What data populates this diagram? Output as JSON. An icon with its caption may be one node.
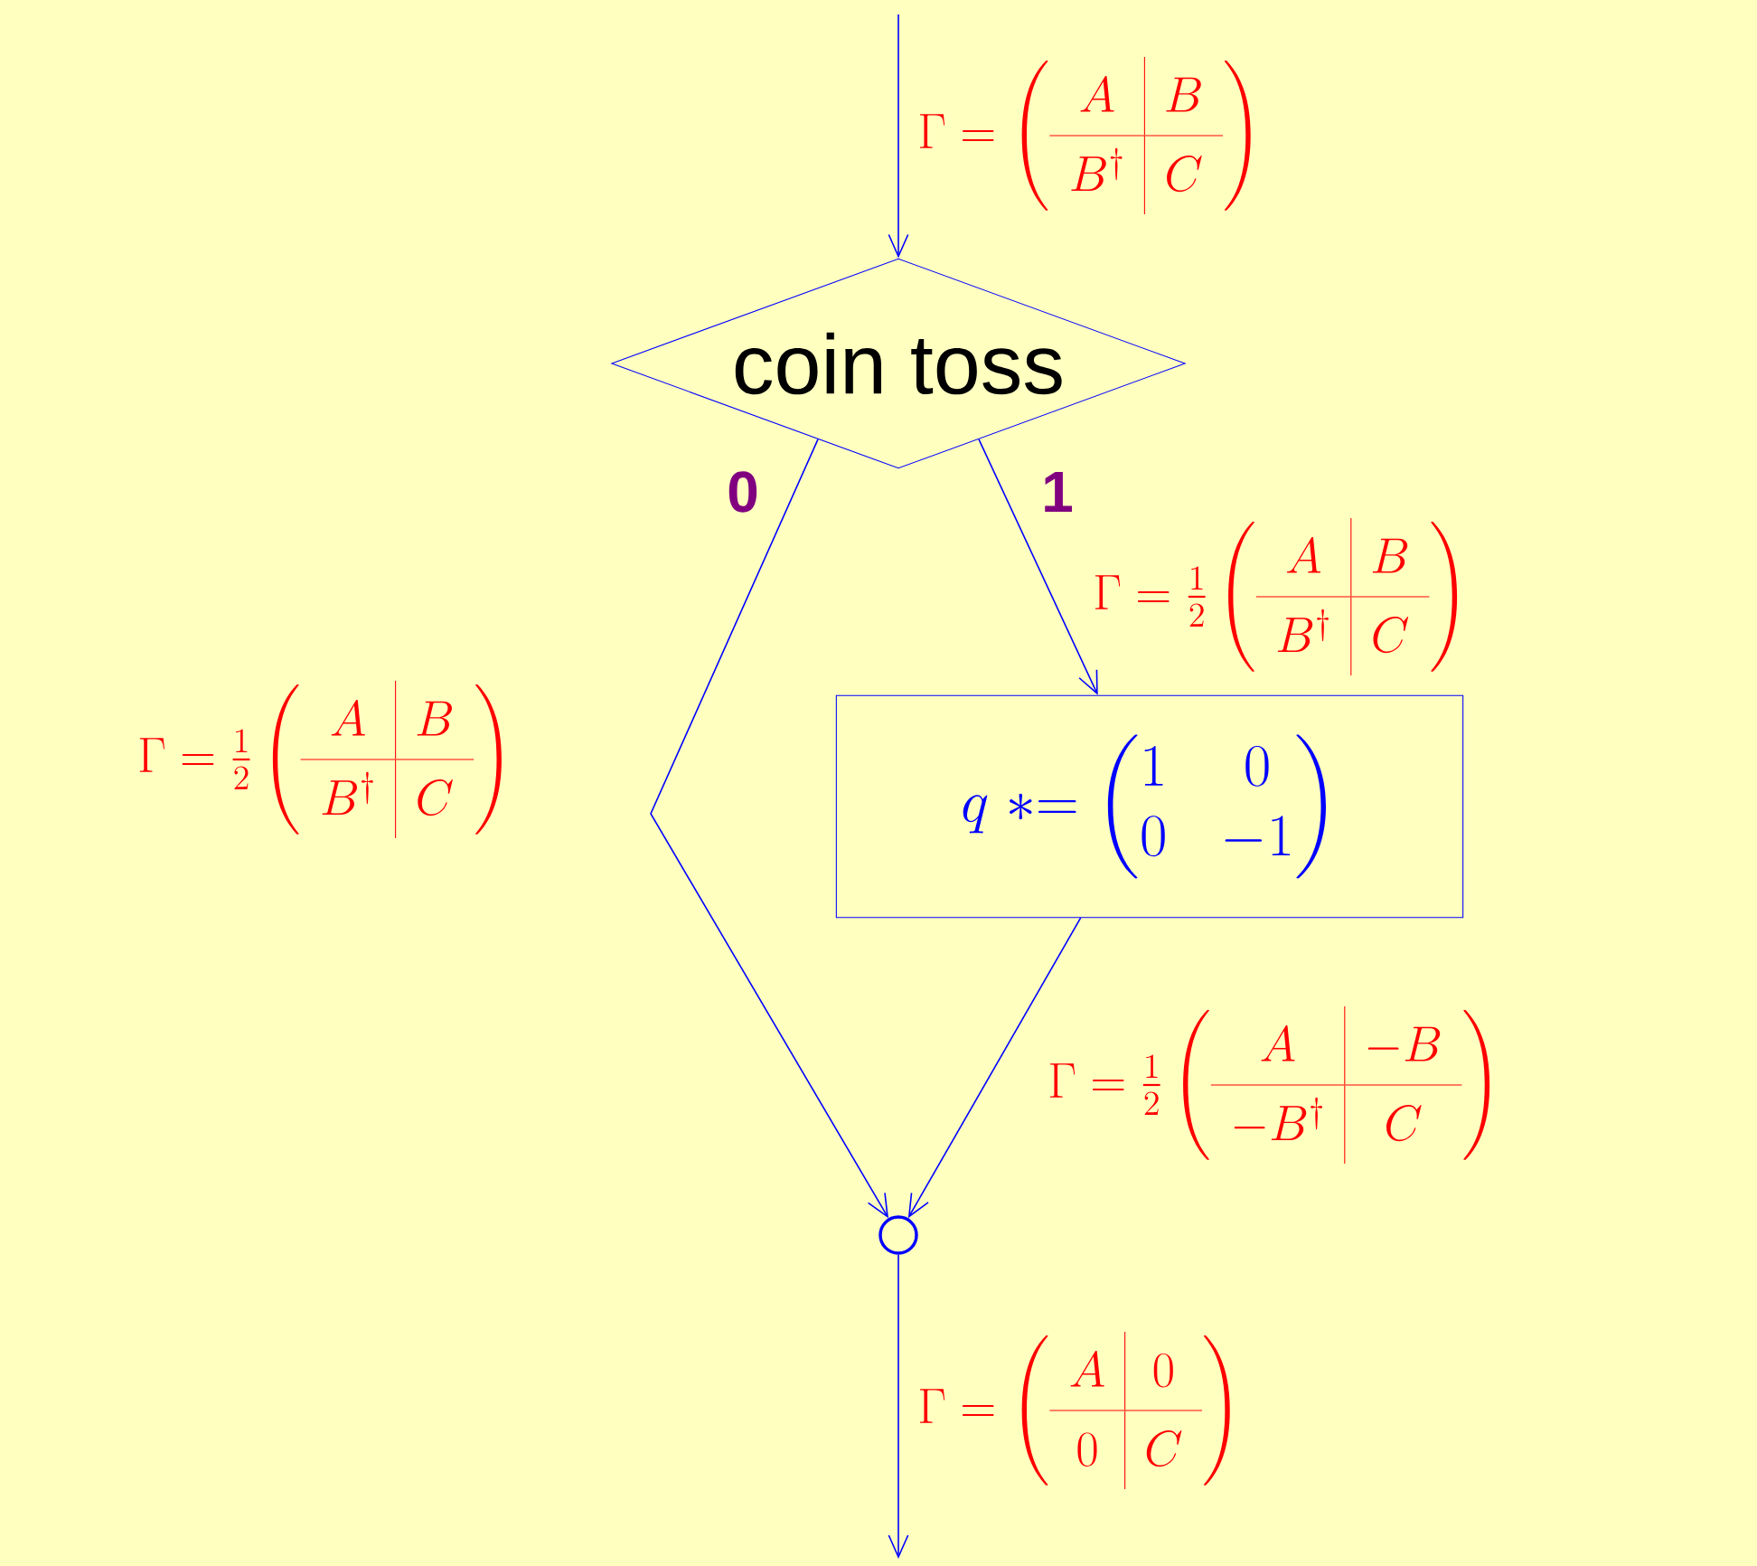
{
  "diagram": {
    "nodes": [
      {
        "text": [
          "coin toss"
        ]
      },
      {
        "text": [
          "q \\mathrel{*}= \\begin{pmatrix} 1 & 0 \\\\ 0 & -1 \\end{pmatrix}"
        ]
      },
      {
        "text": [],
        "shape": "circle"
      }
    ],
    "edges": [
      {
        "from": null,
        "to": 0,
        "arrow": "to",
        "label": "\\Gamma = \\left(\\begin{array}{c|c} A & B \\\\ \\hline B^{\\dagger} & C \\end{array}\\right)"
      },
      {
        "from": 0,
        "to": 2,
        "arrow": "to",
        "label": "0"
      },
      {
        "from": 0,
        "to": 1,
        "arrow": "to",
        "label": "1"
      },
      {
        "from": 1,
        "to": 2,
        "arrow": "to",
        "label": "\\Gamma = \\frac{1}{2}\\left(\\begin{array}{c|c} A & -B \\\\ \\hline -B^{\\dagger} & C \\end{array}\\right)"
      },
      {
        "from": 2,
        "to": null,
        "arrow": "to",
        "label": "\\Gamma = \\left(\\begin{array}{c|c} A & 0 \\\\ \\hline 0 & C \\end{array}\\right)"
      }
    ],
    "labels": [
      "\\Gamma = \\frac{1}{2}\\left(\\begin{array}{c|c} A & B \\\\ \\hline B^{\\dagger} & C \\end{array}\\right)",
      "\\Gamma = \\frac{1}{2}\\left(\\begin{array}{c|c} A & B \\\\ \\hline B^{\\dagger} & C \\end{array}\\right)"
    ]
  }
}
